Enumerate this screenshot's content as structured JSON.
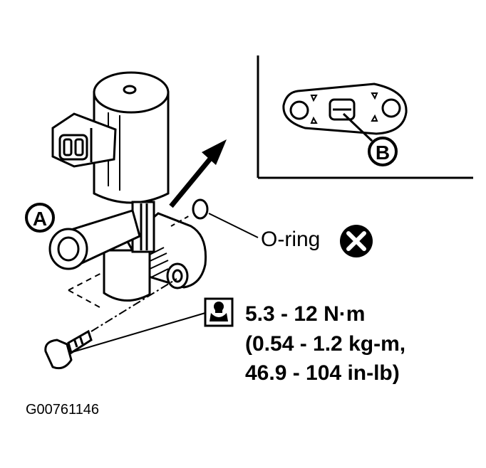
{
  "callouts": {
    "a": "A",
    "b": "B"
  },
  "oring_label": "O-ring",
  "torque": {
    "line1": "5.3 - 12 N·m",
    "line2": "(0.54 - 1.2 kg-m,",
    "line3": "46.9 - 104 in-lb)"
  },
  "figure_code": "G00761146",
  "icons": {
    "replace": "x-circle-icon",
    "torque": "wrench-torque-icon"
  },
  "colors": {
    "ink": "#000000",
    "paper": "#ffffff"
  }
}
